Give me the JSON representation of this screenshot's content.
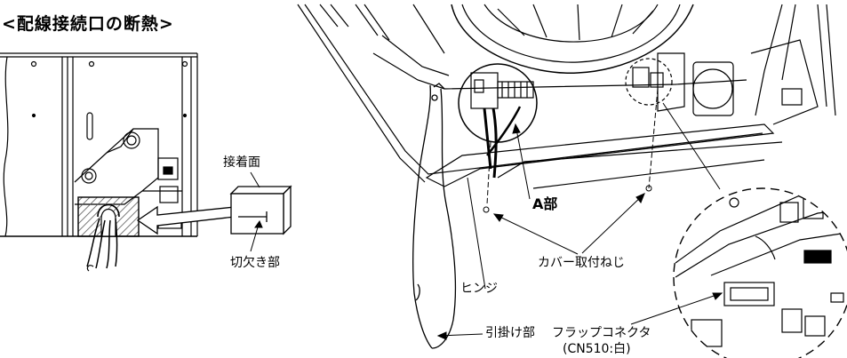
{
  "figure": {
    "title": "<配線接続口の断熱>"
  },
  "labels": {
    "adhesive_surface": "接着面",
    "notch": "切欠き部",
    "part_a": "A部",
    "cover_screw": "カバー取付ねじ",
    "hinge": "ヒンジ",
    "hook": "引掛け部",
    "flap_connector": "フラップコネクタ",
    "connector_code": "(CN510:白)"
  },
  "colors": {
    "line": "#000000",
    "hatch": "#555555",
    "arrow_fill": "#ffffff"
  }
}
